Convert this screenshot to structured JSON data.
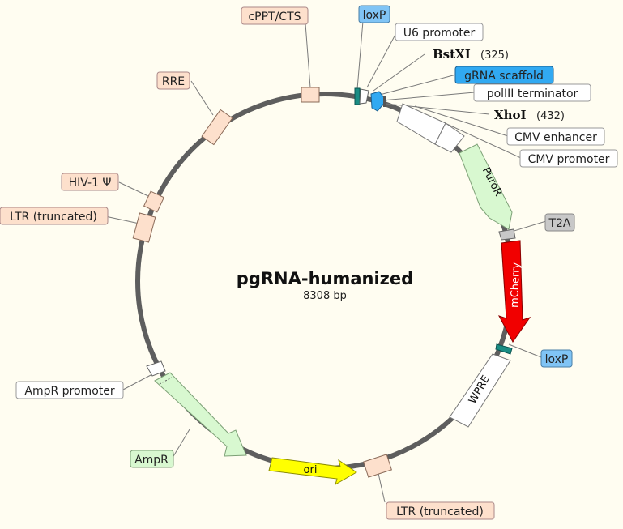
{
  "plasmid": {
    "name": "pgRNA-humanized",
    "length": "8308 bp"
  },
  "colors": {
    "backbone": "#5e5e5e",
    "background": "#fffdf1",
    "loxp": "#80c4f5",
    "grna": "#31a9f2",
    "promoter_white": "#ffffff",
    "ltr": "#fde0cc",
    "puror": "#d8f8d0",
    "mcherry": "#f10000",
    "t2a": "#c8c8c8",
    "ori": "#ffff00"
  },
  "features": [
    {
      "id": "puror",
      "label": "PuroR"
    },
    {
      "id": "mcherry",
      "label": "mCherry"
    },
    {
      "id": "wpre",
      "label": "WPRE"
    },
    {
      "id": "ori",
      "label": "ori"
    }
  ],
  "labels": [
    {
      "id": "cppt",
      "text": "cPPT/CTS"
    },
    {
      "id": "loxp_top",
      "text": "loxP"
    },
    {
      "id": "u6",
      "text": "U6 promoter"
    },
    {
      "id": "grna",
      "text": "gRNA scaffold"
    },
    {
      "id": "poliii",
      "text": "polIII terminator"
    },
    {
      "id": "cmv_enh",
      "text": "CMV enhancer"
    },
    {
      "id": "cmv_prom",
      "text": "CMV promoter"
    },
    {
      "id": "t2a",
      "text": "T2A"
    },
    {
      "id": "loxp_right",
      "text": "loxP"
    },
    {
      "id": "rre",
      "text": "RRE"
    },
    {
      "id": "hiv",
      "text": "HIV-1 Ψ"
    },
    {
      "id": "ltr_left",
      "text": "LTR (truncated)"
    },
    {
      "id": "ampr_prom",
      "text": "AmpR promoter"
    },
    {
      "id": "ampr",
      "text": "AmpR"
    },
    {
      "id": "ltr_bottom",
      "text": "LTR (truncated)"
    }
  ],
  "sites": [
    {
      "id": "bstxi",
      "name": "BstXI",
      "position": "(325)"
    },
    {
      "id": "xhoi",
      "name": "XhoI",
      "position": "(432)"
    }
  ]
}
